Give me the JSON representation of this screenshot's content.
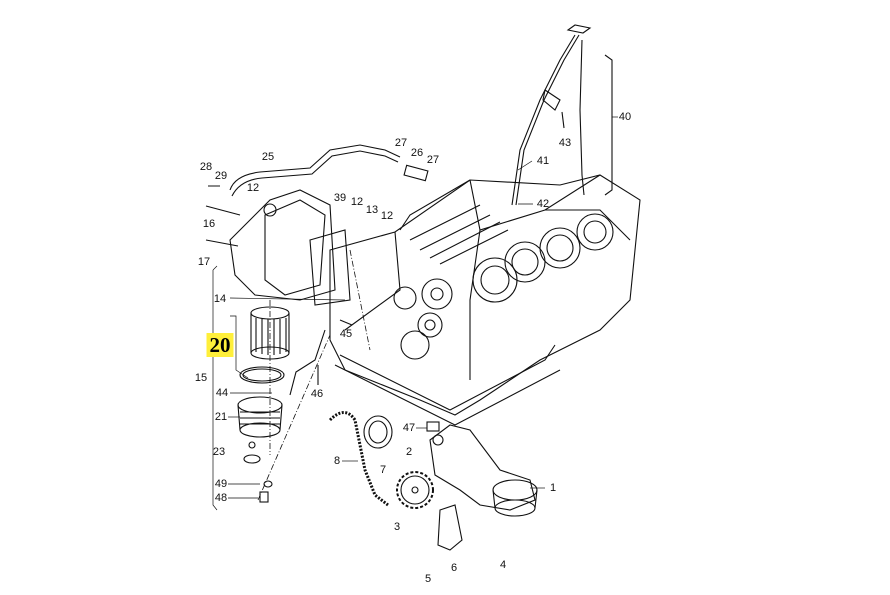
{
  "diagram": {
    "highlighted_callout": "20",
    "highlight_color": "#ffef3a",
    "callouts": [
      "28",
      "29",
      "25",
      "12",
      "27",
      "26",
      "27",
      "41",
      "43",
      "40",
      "39",
      "12",
      "13",
      "12",
      "42",
      "16",
      "17",
      "14",
      "45",
      "15",
      "44",
      "46",
      "21",
      "47",
      "23",
      "8",
      "7",
      "2",
      "1",
      "49",
      "48",
      "3",
      "6",
      "4",
      "5"
    ]
  }
}
